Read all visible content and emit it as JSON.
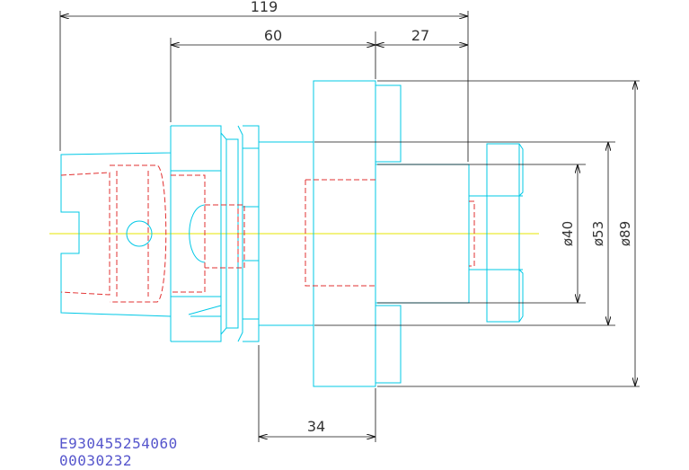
{
  "dimensions": {
    "overall_length": "119",
    "taper_length": "60",
    "flange_length": "27",
    "body_length": "34",
    "dia_small": "ø40",
    "dia_mid": "ø53",
    "dia_large": "ø89"
  },
  "part_number": "E930455254060",
  "serial": "00030232",
  "colors": {
    "outline": "#00c8e6",
    "hidden": "#e23030",
    "centerline": "#e6e600",
    "dimension": "#111111",
    "text": "#333333",
    "part_text": "#5555cc"
  }
}
